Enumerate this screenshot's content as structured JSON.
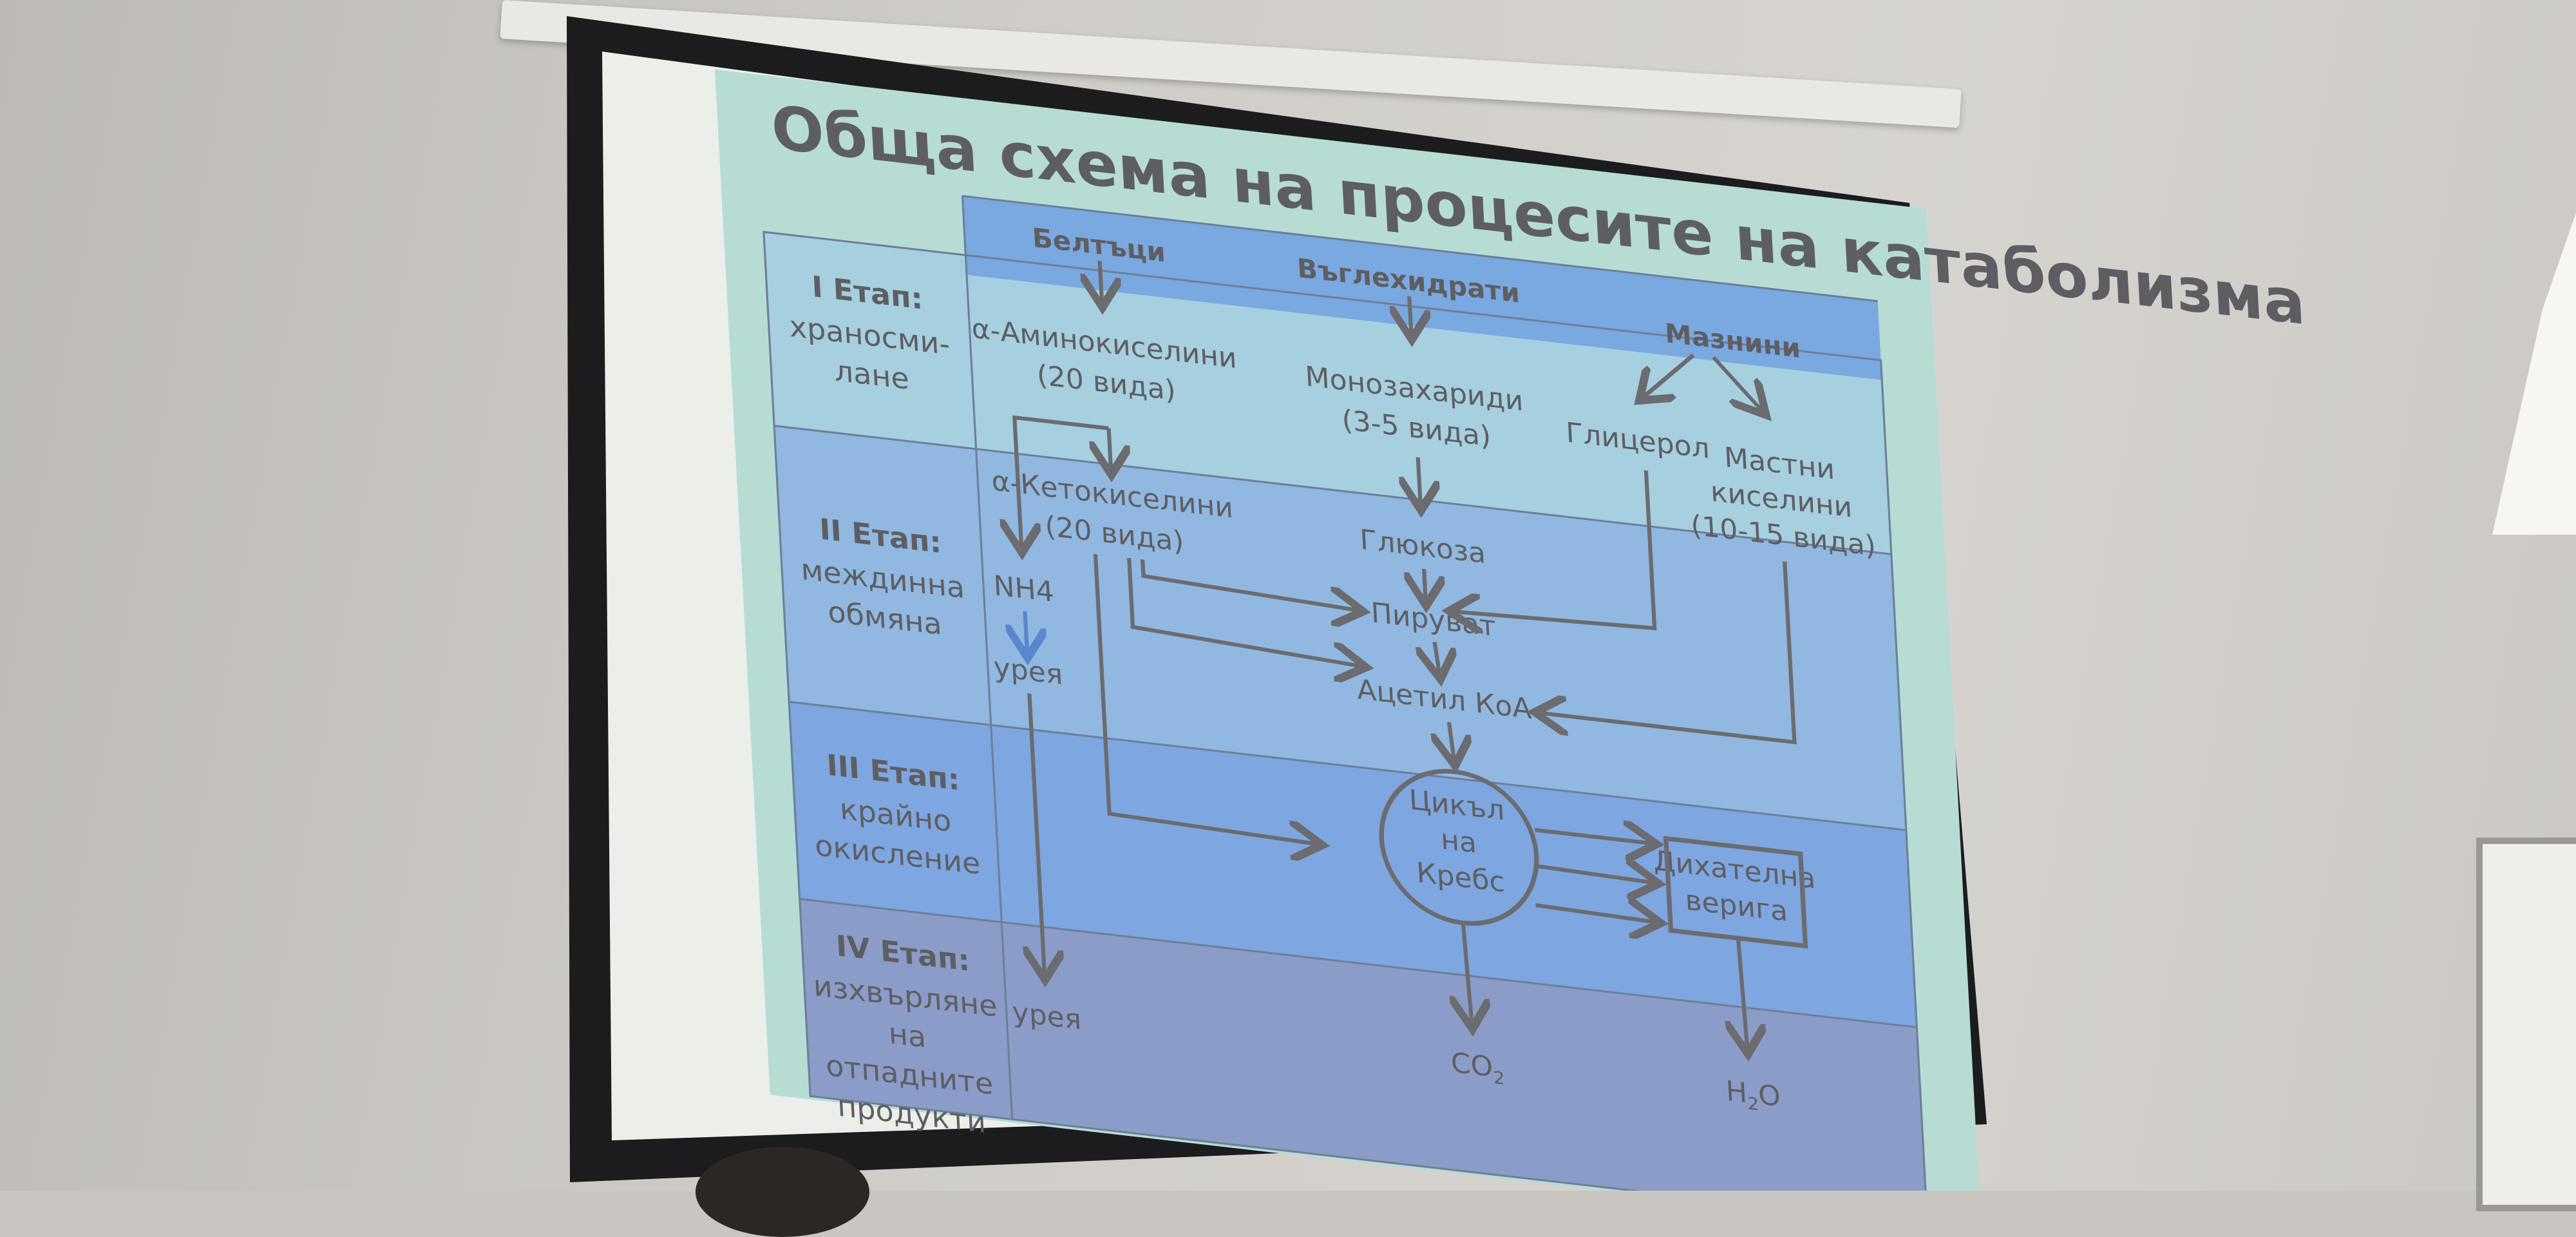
{
  "slide": {
    "title": "Обща схема на процесите на катаболизма",
    "stages": [
      {
        "name": "I Етап:",
        "desc1": "храносми-",
        "desc2": "лане",
        "desc3": ""
      },
      {
        "name": "II Етап:",
        "desc1": "междинна",
        "desc2": "обмяна",
        "desc3": ""
      },
      {
        "name": "III Етап:",
        "desc1": "крайно",
        "desc2": "окисление",
        "desc3": ""
      },
      {
        "name": "IV Етап:",
        "desc1": "изхвърляне",
        "desc2": "на",
        "desc3": "отпадните",
        "desc4": "продукти"
      }
    ],
    "headers": {
      "proteins": "Белтъци",
      "carbs": "Въглехидрати",
      "fats": "Мазнини"
    },
    "nodes": {
      "amino1": "α-Аминокиселини",
      "amino2": "(20 вида)",
      "mono1": "Монозахариди",
      "mono2": "(3-5 вида)",
      "glycerol": "Глицерол",
      "fatty1": "Мастни",
      "fatty2": "киселини",
      "fatty3": "(10-15 вида)",
      "keto1": "α-Кетокиселини",
      "keto2": "(20 вида)",
      "glucose": "Глюкоза",
      "pyruvate": "Пируват",
      "nh4": "NH4",
      "urea1": "урея",
      "acetyl": "Ацетил КоА",
      "krebs1": "Цикъл",
      "krebs2": "на",
      "krebs3": "Кребс",
      "resp1": "Дихателна",
      "resp2": "верига",
      "urea2": "урея",
      "co2": "CO",
      "co2sub": "2",
      "h2o_h": "H",
      "h2o_sub": "2",
      "h2o_o": "O"
    }
  },
  "colors": {
    "slide_bg": "#b6dcd4",
    "stage1": "#a6cfe0",
    "stage2": "#90b8e0",
    "stage3": "#7ea6e0",
    "stage4": "#8c9cc8",
    "header_band": "#7aa8e0",
    "text": "#5e5e62",
    "arrow": "#6b6b70",
    "nh4_arrow": "#5a86d0"
  }
}
